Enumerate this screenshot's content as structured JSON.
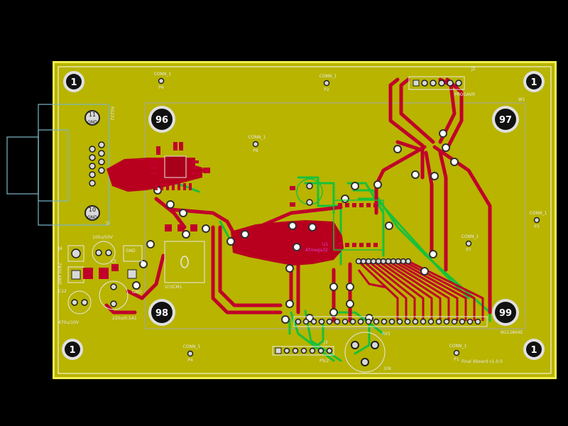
{
  "colors": {
    "background": "#000000",
    "board": "#b8b400",
    "board_edge": "#f2ee50",
    "outline": "#ffffff",
    "silkscreen": "#e8e8e8",
    "front_copper": "#c0002a",
    "front_copper_dark": "#8a0020",
    "back_copper": "#18c03a",
    "pad": "#d8d8d8",
    "pad_dark": "#202020",
    "courtyard": "#7ab8c8",
    "fab_text": "#e040e0"
  },
  "mounting_holes": [
    {
      "id": "mh-tl",
      "label": "1"
    },
    {
      "id": "mh-tr",
      "label": "1"
    },
    {
      "id": "mh-bl",
      "label": "1"
    },
    {
      "id": "mh-br",
      "label": "1"
    }
  ],
  "inner_holes": [
    {
      "id": "h96",
      "label": "96"
    },
    {
      "id": "h97",
      "label": "97"
    },
    {
      "id": "h98",
      "label": "98"
    },
    {
      "id": "h99",
      "label": "99"
    }
  ],
  "connectors": [
    {
      "id": "p6",
      "value": "CONN_1",
      "ref": "P6"
    },
    {
      "id": "p2",
      "value": "CONN_1",
      "ref": "P2"
    },
    {
      "id": "p8",
      "value": "CONN_1",
      "ref": "P8"
    },
    {
      "id": "p3",
      "value": "CONN_1",
      "ref": "P3"
    },
    {
      "id": "p7",
      "value": "CONN_1",
      "ref": "P7"
    },
    {
      "id": "p4",
      "value": "CONN_1",
      "ref": "P4"
    },
    {
      "id": "p1",
      "value": "CONN_1",
      "ref": "P1"
    }
  ],
  "labels": {
    "j2": "J2",
    "progavr": "PROGAVR",
    "w1": "W1",
    "rs232": "RS232",
    "j1": "J1",
    "gnd_11": "GND",
    "gnd_10": "GND",
    "num_11": "11",
    "num_10": "10",
    "cap_100u": "100u/50V",
    "cap_470u": "470u/10V",
    "cap_220u": "220u/0.5A1",
    "zasilanie": "ZASILANIE",
    "j4": "J4",
    "c12": "C12",
    "c5": "C5",
    "gnd_a": "GND",
    "gnd_b": "GND",
    "power_ic": "U?/ICM1",
    "rv1": "RV1",
    "pot_value": "10k",
    "j3": "J3",
    "ps2": "PS/2",
    "glcd": "BG12864E",
    "u1": "U1",
    "u1_value": "ATmega32",
    "title_text": "Final Xboard v1.0.0"
  }
}
